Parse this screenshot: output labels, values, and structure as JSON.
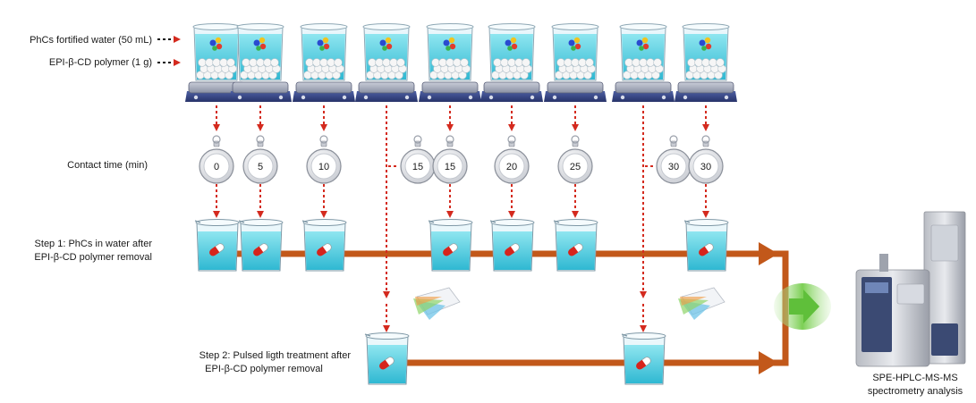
{
  "labels": {
    "water": "PhCs fortified water (50 mL)",
    "polymer": "EPI-β-CD polymer (1 g)",
    "contact": "Contact time (min)",
    "step1_line1": "Step 1: PhCs in water after",
    "step1_line2": "EPI-β-CD polymer removal",
    "step2_line1": "Step 2: Pulsed ligth treatment after",
    "step2_line2": "EPI-β-CD polymer removal",
    "instrument_line1": "SPE-HPLC-MS-MS",
    "instrument_line2": "spectrometry analysis"
  },
  "timers": [
    "0",
    "5",
    "10",
    "15",
    "20",
    "25",
    "30"
  ],
  "colors": {
    "water": "#5fd6e6",
    "water_dark": "#2aaec8",
    "arrow_dotted": "#d42a1e",
    "pipe": "#c2581a",
    "next_arrow": "#5fbf3a",
    "stirrer": "#3f4f8c"
  }
}
